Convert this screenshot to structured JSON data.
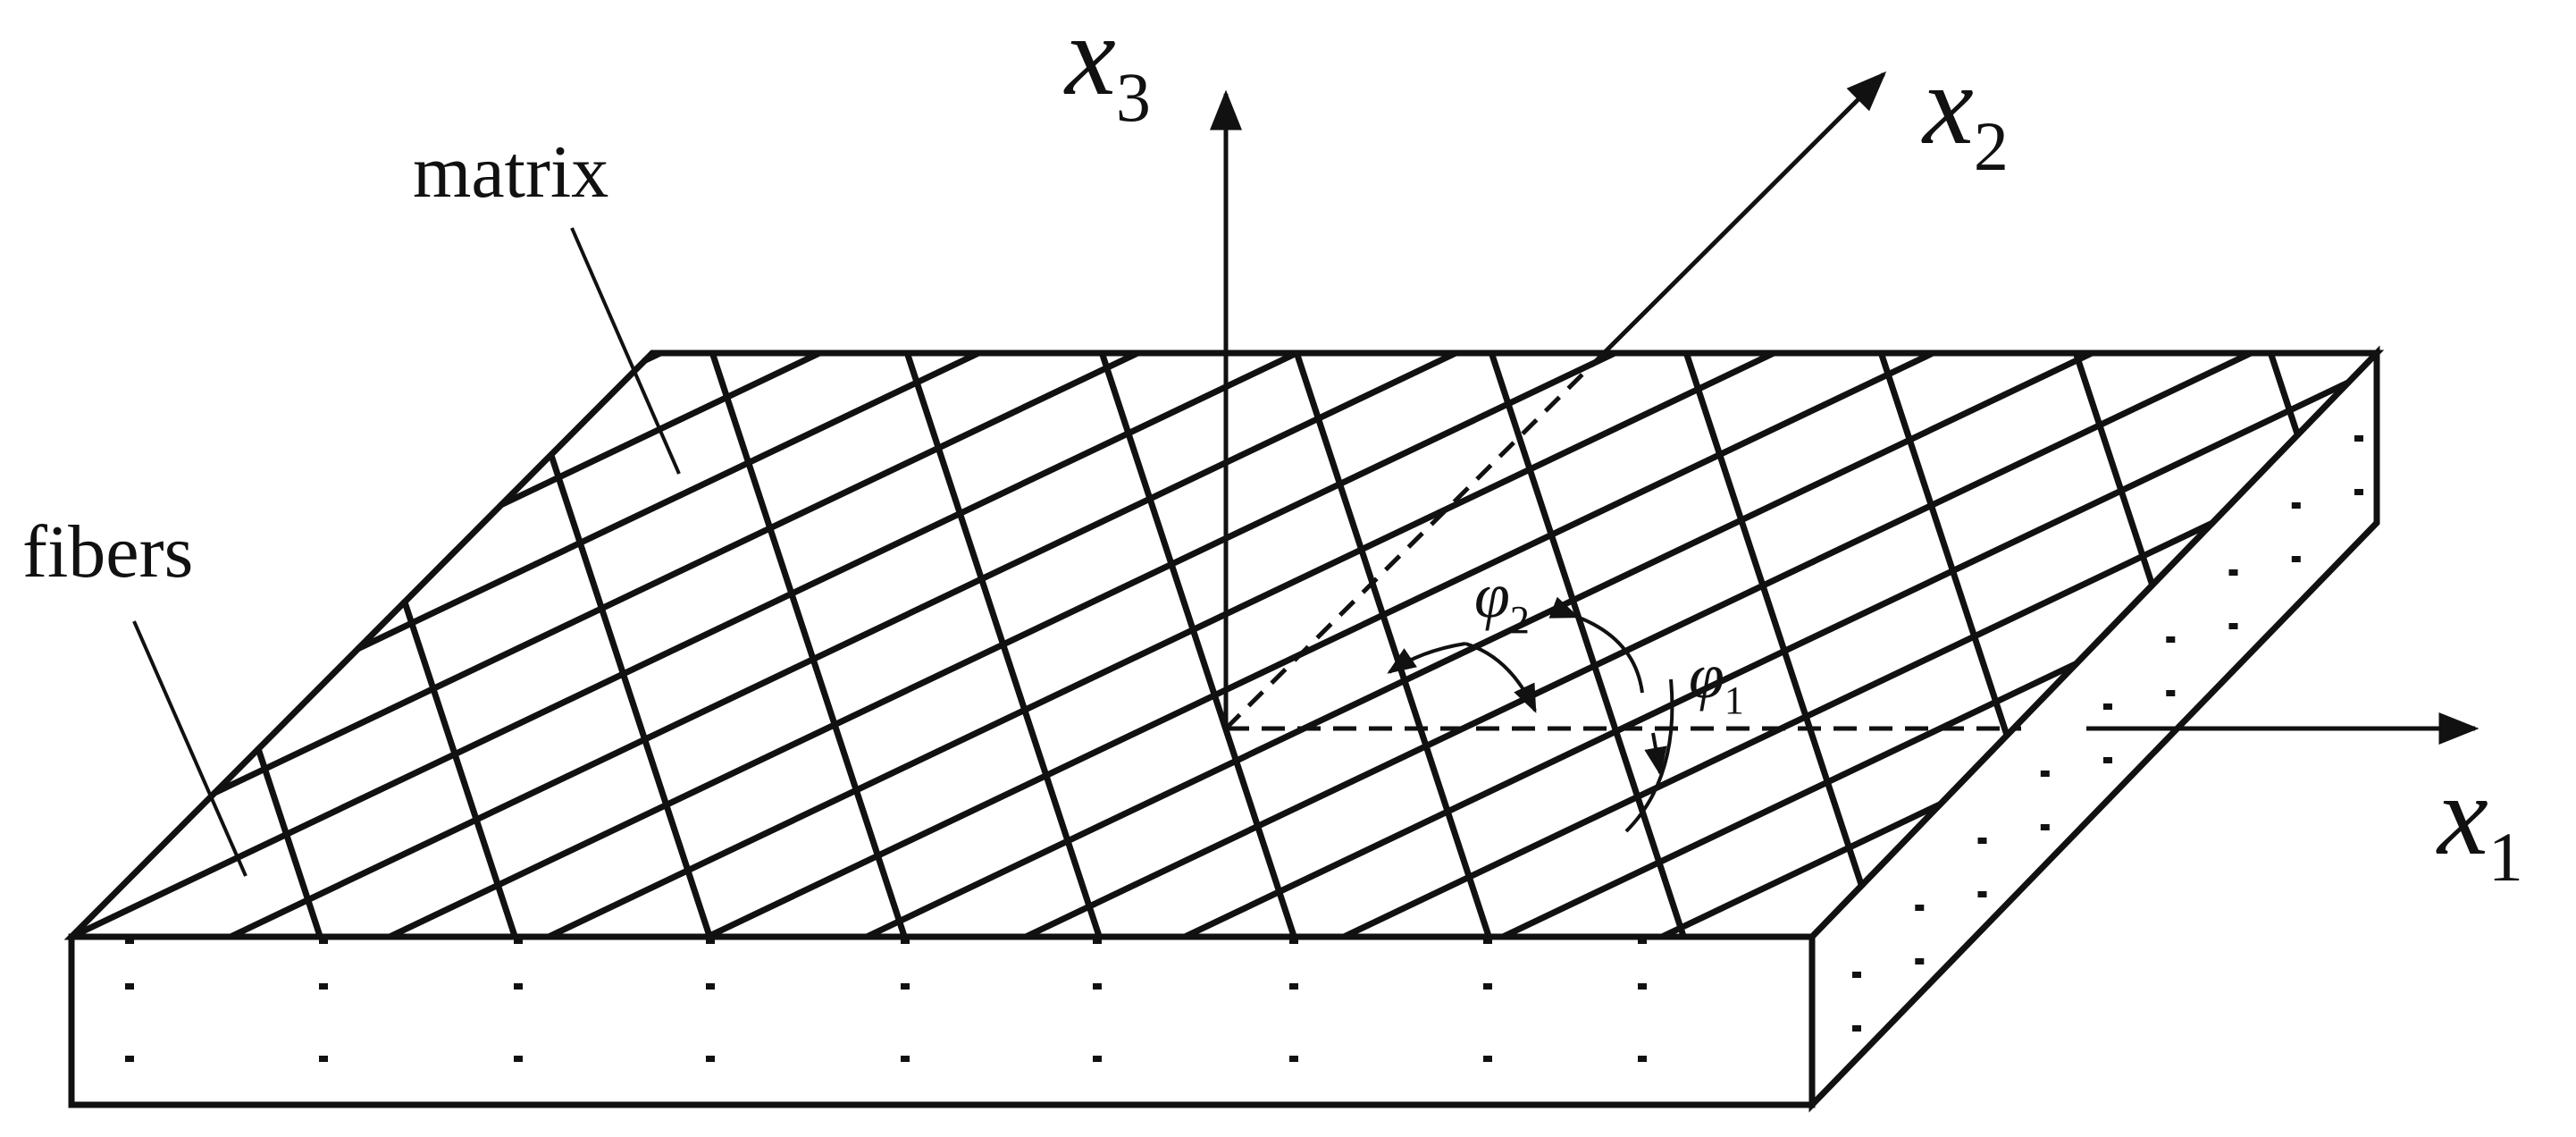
{
  "figure": {
    "labels": {
      "matrix": "matrix",
      "fibers": "fibers"
    },
    "axes": {
      "x1": {
        "symbol": "x",
        "subscript": "1"
      },
      "x2": {
        "symbol": "x",
        "subscript": "2"
      },
      "x3": {
        "symbol": "x",
        "subscript": "3"
      }
    },
    "angles": {
      "phi1": {
        "symbol": "φ",
        "subscript": "1"
      },
      "phi2": {
        "symbol": "φ",
        "subscript": "2"
      }
    }
  },
  "colors": {
    "ink": "#111111",
    "background": "#ffffff"
  }
}
